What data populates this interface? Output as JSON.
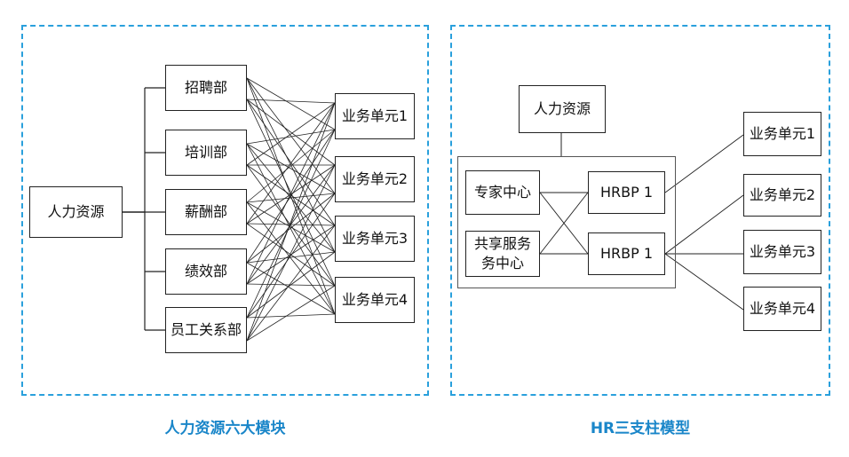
{
  "left_diagram": {
    "root": "人力资源",
    "departments": [
      "招聘部",
      "培训部",
      "薪酬部",
      "绩效部",
      "员工关系部"
    ],
    "business_units": [
      "业务单元1",
      "业务单元2",
      "业务单元3",
      "业务单元4"
    ],
    "caption": "人力资源六大模块"
  },
  "right_diagram": {
    "root": "人力资源",
    "expert_center": "专家中心",
    "shared_service_center": "共享服务\n务中心",
    "hrbp_top": "HRBP 1",
    "hrbp_bottom": "HRBP 1",
    "business_units": [
      "业务单元1",
      "业务单元2",
      "业务单元3",
      "业务单元4"
    ],
    "caption": "HR三支柱模型"
  },
  "colors": {
    "accent": "#2aa0dc",
    "caption": "#1a86c9",
    "line": "#222222"
  }
}
